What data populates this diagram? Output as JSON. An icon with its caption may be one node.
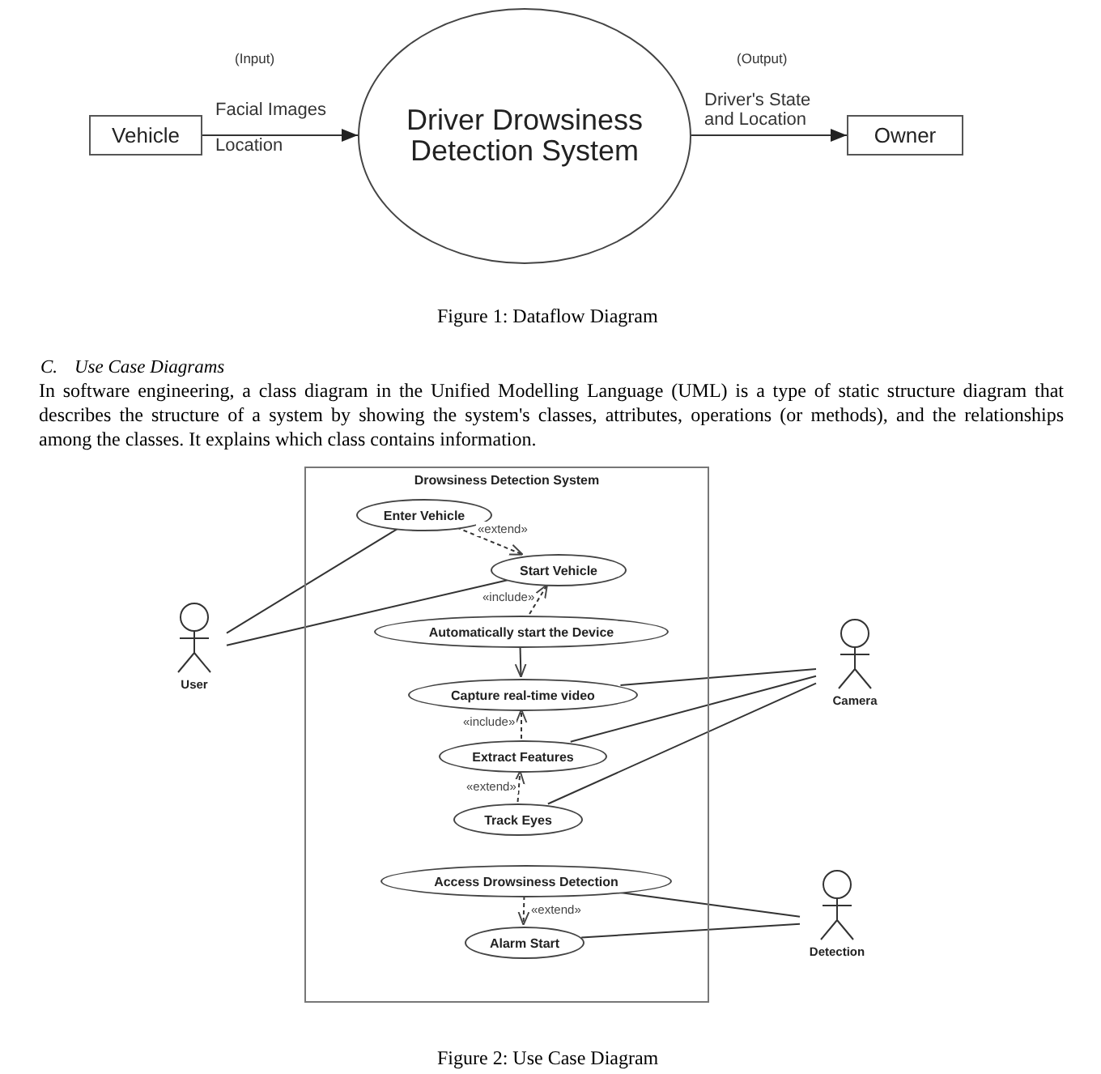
{
  "diagram": {
    "nodes": [
      {
        "text": [
          "Vehicle"
        ]
      },
      {
        "text": [
          "Driver Drowsiness Detection System"
        ]
      },
      {
        "text": [
          "Owner"
        ]
      },
      {
        "text": [
          "Drowsiness Detection System"
        ]
      },
      {
        "text": [
          "Enter Vehicle"
        ],
        "in": 3
      },
      {
        "text": [
          "Start Vehicle"
        ],
        "in": 3
      },
      {
        "text": [
          "Automatically start the Device"
        ],
        "in": 3
      },
      {
        "text": [
          "Capture real-time video"
        ],
        "in": 3
      },
      {
        "text": [
          "Extract Features"
        ],
        "in": 3
      },
      {
        "text": [
          "Track Eyes"
        ],
        "in": 3
      },
      {
        "text": [
          "Access Drowsiness Detection"
        ],
        "in": 3
      },
      {
        "text": [
          "Alarm Start"
        ],
        "in": 3
      },
      {
        "text": [
          "User"
        ]
      },
      {
        "text": [
          "Camera"
        ]
      },
      {
        "text": [
          "Detection"
        ]
      }
    ],
    "edges": [
      {
        "from": 0,
        "to": 1,
        "arrow": "to"
      },
      {
        "from": 1,
        "to": 2,
        "arrow": "to",
        "label": "Driver's State and Location"
      },
      {
        "from": 4,
        "to": 5,
        "arrow": "to",
        "style": "dashed",
        "label": "«extend»"
      },
      {
        "from": 6,
        "to": 5,
        "arrow": "to",
        "style": "dashed",
        "label": "«include»"
      },
      {
        "from": 6,
        "to": 7,
        "arrow": "to"
      },
      {
        "from": 8,
        "to": 7,
        "arrow": "to",
        "style": "dashed",
        "label": "«include»"
      },
      {
        "from": 9,
        "to": 8,
        "arrow": "to",
        "style": "dashed",
        "label": "«extend»"
      },
      {
        "from": 10,
        "to": 11,
        "arrow": "to",
        "style": "dashed",
        "label": "«extend»"
      },
      {
        "from": 12,
        "to": 4,
        "arrow": "none"
      },
      {
        "from": 12,
        "to": 5,
        "arrow": "none"
      },
      {
        "from": 7,
        "to": 13,
        "arrow": "none"
      },
      {
        "from": 8,
        "to": 13,
        "arrow": "none"
      },
      {
        "from": 9,
        "to": 13,
        "arrow": "none"
      },
      {
        "from": 10,
        "to": 14,
        "arrow": "none"
      },
      {
        "from": 11,
        "to": 14,
        "arrow": "none"
      }
    ],
    "labels": [
      "(Input)",
      "(Output)",
      "Facial Images",
      "Location",
      "Figure 1: Dataflow Diagram",
      "C.",
      "Use Case Diagrams",
      "In software engineering, a class diagram in the Unified Modelling Language (UML) is a type of static structure diagram that describes the structure of a system by showing the system's classes, attributes, operations (or methods), and the relationships among the classes. It explains which class contains information.",
      "Figure 2: Use Case Diagram"
    ]
  }
}
